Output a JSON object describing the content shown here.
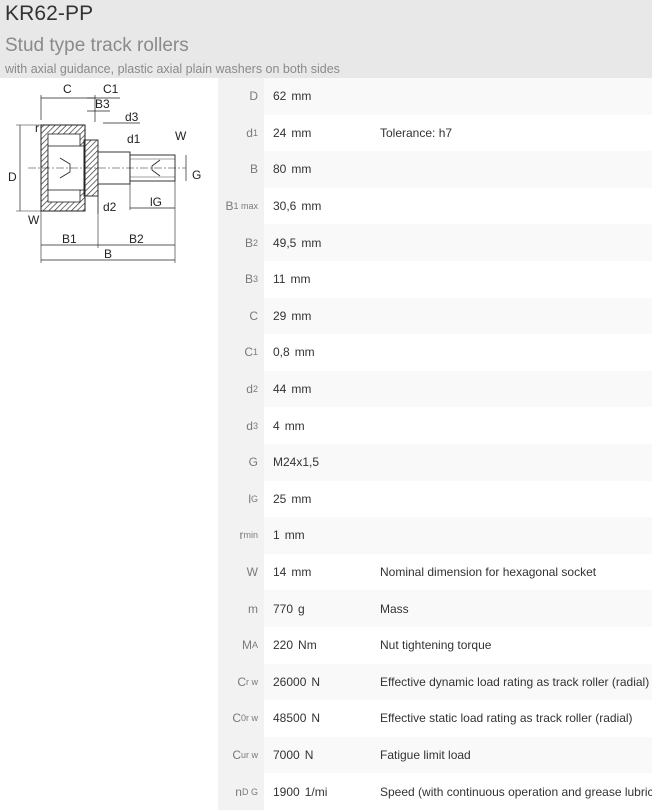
{
  "header": {
    "title": "KR62-PP",
    "subtitle": "Stud type track rollers",
    "description": "with axial guidance, plastic axial plain washers on both sides"
  },
  "diagram": {
    "labels": {
      "C": "C",
      "C1": "C1",
      "B3": "B3",
      "d3": "d3",
      "d1": "d1",
      "r": "r",
      "W": "W",
      "D": "D",
      "G": "G",
      "d2": "d2",
      "lG": "lG",
      "B1": "B1",
      "B2": "B2",
      "B": "B"
    }
  },
  "rows": [
    {
      "sym": "D",
      "sub": "",
      "num": "62",
      "unit": "mm",
      "note": ""
    },
    {
      "sym": "d",
      "sub": "1",
      "num": "24",
      "unit": "mm",
      "note": "Tolerance: h7"
    },
    {
      "sym": "B",
      "sub": "",
      "num": "80",
      "unit": "mm",
      "note": ""
    },
    {
      "sym": "B",
      "sub": "1 max",
      "num": "30,6",
      "unit": "mm",
      "note": ""
    },
    {
      "sym": "B",
      "sub": "2",
      "num": "49,5",
      "unit": "mm",
      "note": ""
    },
    {
      "sym": "B",
      "sub": "3",
      "num": "11",
      "unit": "mm",
      "note": ""
    },
    {
      "sym": "C",
      "sub": "",
      "num": "29",
      "unit": "mm",
      "note": ""
    },
    {
      "sym": "C",
      "sub": "1",
      "num": "0,8",
      "unit": "mm",
      "note": ""
    },
    {
      "sym": "d",
      "sub": "2",
      "num": "44",
      "unit": "mm",
      "note": ""
    },
    {
      "sym": "d",
      "sub": "3",
      "num": "4",
      "unit": "mm",
      "note": ""
    },
    {
      "sym": "G",
      "sub": "",
      "num": "M24x1,5",
      "unit": "",
      "note": ""
    },
    {
      "sym": "l",
      "sub": "G",
      "num": "25",
      "unit": "mm",
      "note": ""
    },
    {
      "sym": "r",
      "sub": "min",
      "num": "1",
      "unit": "mm",
      "note": ""
    },
    {
      "sym": "W",
      "sub": "",
      "num": "14",
      "unit": "mm",
      "note": "Nominal dimension for hexagonal socket"
    },
    {
      "sym": "m",
      "sub": "",
      "num": "770",
      "unit": "g",
      "note": "Mass"
    },
    {
      "sym": "M",
      "sub": "A",
      "num": "220",
      "unit": "Nm",
      "note": "Nut tightening torque"
    },
    {
      "sym": "C",
      "sub": "r w",
      "num": "26000",
      "unit": "N",
      "note": "Effective dynamic load rating as track roller (radial)"
    },
    {
      "sym": "C",
      "sub": "0r w",
      "num": "48500",
      "unit": "N",
      "note": "Effective static load rating as track roller (radial)"
    },
    {
      "sym": "C",
      "sub": "ur w",
      "num": "7000",
      "unit": "N",
      "note": "Fatigue limit load"
    },
    {
      "sym": "n",
      "sub": "D G",
      "num": "1900",
      "unit": "1/mi",
      "note": "Speed (with continuous operation and grease lubrication)"
    }
  ]
}
